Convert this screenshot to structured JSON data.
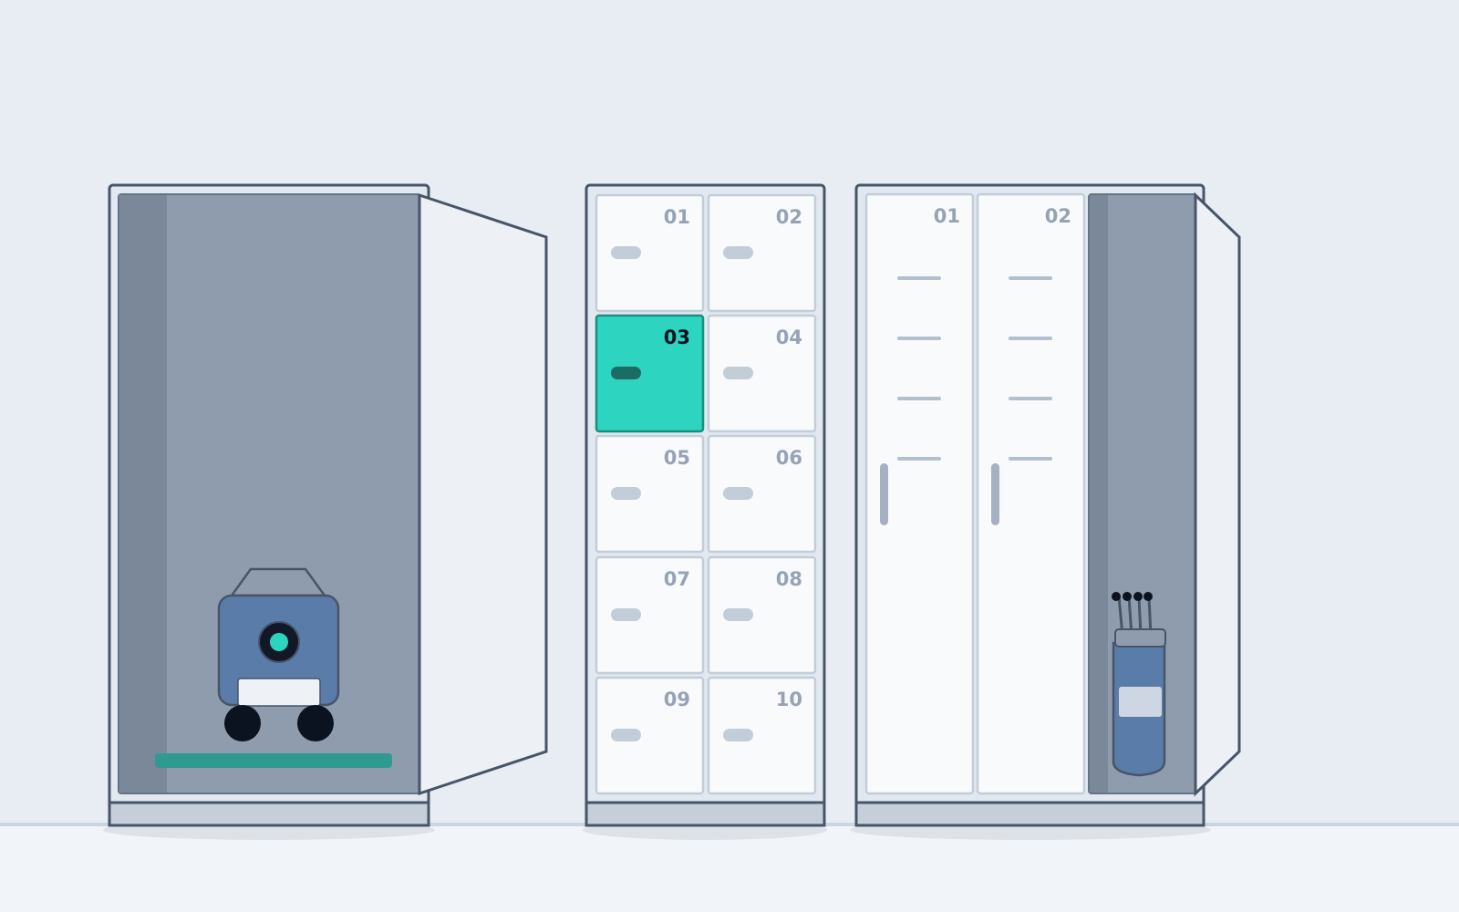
{
  "colors": {
    "background": "#e8edf4",
    "floor": "#f1f4f8",
    "outline": "#475569",
    "door_white": "#f8fafc",
    "cabinet_interior": "#8f9cad",
    "cabinet_shadow": "#7b8899",
    "accent_selected": "#2dd4bf",
    "handle": "#c3cdd8",
    "robot_body": "#5a7ca8",
    "floor_strip": "#2f9a90"
  },
  "cabinet_open": {
    "state": "open",
    "contents_icon": "robot-icon"
  },
  "cabinet_grid": {
    "selected": "03",
    "lockers": [
      {
        "id": "01",
        "label": "01"
      },
      {
        "id": "02",
        "label": "02"
      },
      {
        "id": "03",
        "label": "03"
      },
      {
        "id": "04",
        "label": "04"
      },
      {
        "id": "05",
        "label": "05"
      },
      {
        "id": "06",
        "label": "06"
      },
      {
        "id": "07",
        "label": "07"
      },
      {
        "id": "08",
        "label": "08"
      },
      {
        "id": "09",
        "label": "09"
      },
      {
        "id": "10",
        "label": "10"
      }
    ]
  },
  "cabinet_tall": {
    "lockers": [
      {
        "id": "01",
        "label": "01"
      },
      {
        "id": "02",
        "label": "02"
      }
    ],
    "open_compartment_icon": "golf-bag-icon"
  }
}
